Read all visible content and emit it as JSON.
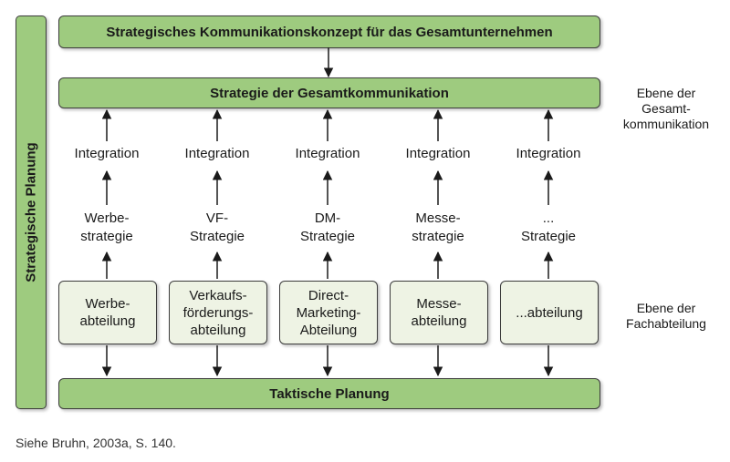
{
  "top_box": "Strategisches Kommunikationskonzept für das Gesamtunternehmen",
  "strategy_box": "Strategie der Gesamtkommunikation",
  "tactical_box": "Taktische Planung",
  "vertical_label": "Strategische Planung",
  "integration_label": "Integration",
  "columns": [
    {
      "strategy": "Werbe-\nstrategie",
      "department": "Werbe-\nabteilung"
    },
    {
      "strategy": "VF-\nStrategie",
      "department": "Verkaufs-\nförderungs-\nabteilung"
    },
    {
      "strategy": "DM-\nStrategie",
      "department": "Direct-\nMarketing-\nAbteilung"
    },
    {
      "strategy": "Messe-\nstrategie",
      "department": "Messe-\nabteilung"
    },
    {
      "strategy": "...\nStrategie",
      "department": "...abteilung"
    }
  ],
  "level_labels": {
    "overall": "Ebene der\nGesamt-\nkommunikation",
    "department": "Ebene der\nFachabteilung"
  },
  "footnote": "Siehe Bruhn, 2003a, S. 140.",
  "colors": {
    "box_green": "#9ecb7f",
    "dept_fill": "#eef3e4",
    "border": "#3c3c3c"
  }
}
